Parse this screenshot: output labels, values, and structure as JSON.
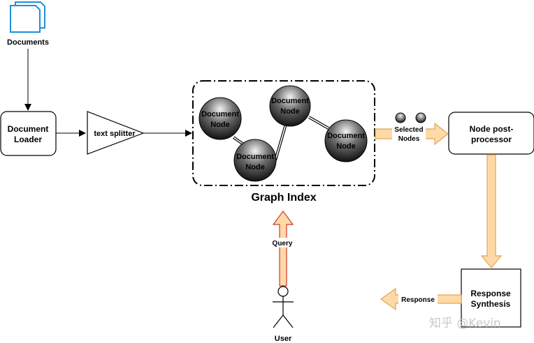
{
  "documents": {
    "label": "Documents",
    "icon": "documents-icon"
  },
  "loader": {
    "line1": "Document",
    "line2": "Loader"
  },
  "splitter": {
    "label": "text splitter"
  },
  "graph_index": {
    "title": "Graph Index",
    "nodes": [
      {
        "line1": "Document",
        "line2": "Node"
      },
      {
        "line1": "Document",
        "line2": "Node"
      },
      {
        "line1": "Document",
        "line2": "Node"
      },
      {
        "line1": "Document",
        "line2": "Node"
      }
    ]
  },
  "selected": {
    "line1": "Selected",
    "line2": "Nodes"
  },
  "postprocessor": {
    "line1": "Node post-",
    "line2": "processor"
  },
  "synthesis": {
    "line1": "Response",
    "line2": "Synthesis"
  },
  "response": {
    "label": "Response"
  },
  "query": {
    "label": "Query"
  },
  "user": {
    "label": "User"
  },
  "watermark": {
    "text": "知乎 @Kevin"
  },
  "colors": {
    "fat_arrow_fill": "#ffd9a6",
    "fat_arrow_stroke": "#e1a553",
    "query_arrow_fill": "#ffd9a6",
    "query_arrow_stroke": "#cc3a2f",
    "doc_icon": "#1e8fd6",
    "node_dark": "#111111",
    "node_light": "#f2f2f2"
  }
}
